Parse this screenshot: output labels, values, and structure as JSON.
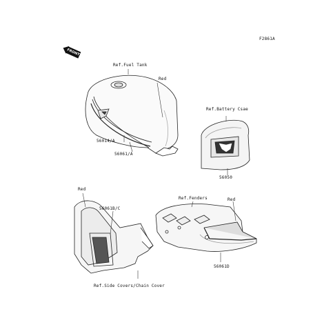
{
  "figure_code": "F2861A",
  "front_badge": "FRONT",
  "labels": {
    "ref_fuel_tank": "Ref.Fuel Tank",
    "red_tank": "Red",
    "part_56014a": "56014/A",
    "part_56061a": "56061/A",
    "ref_battery_case": "Ref.Battery Csae",
    "part_56050": "56050",
    "red_side": "Red",
    "part_56061bc": "56061B/C",
    "ref_fenders": "Ref.Fenders",
    "red_fender": "Red",
    "part_56061d": "56061D",
    "ref_side_covers": "Ref.Side Covers/Chain Cover"
  }
}
